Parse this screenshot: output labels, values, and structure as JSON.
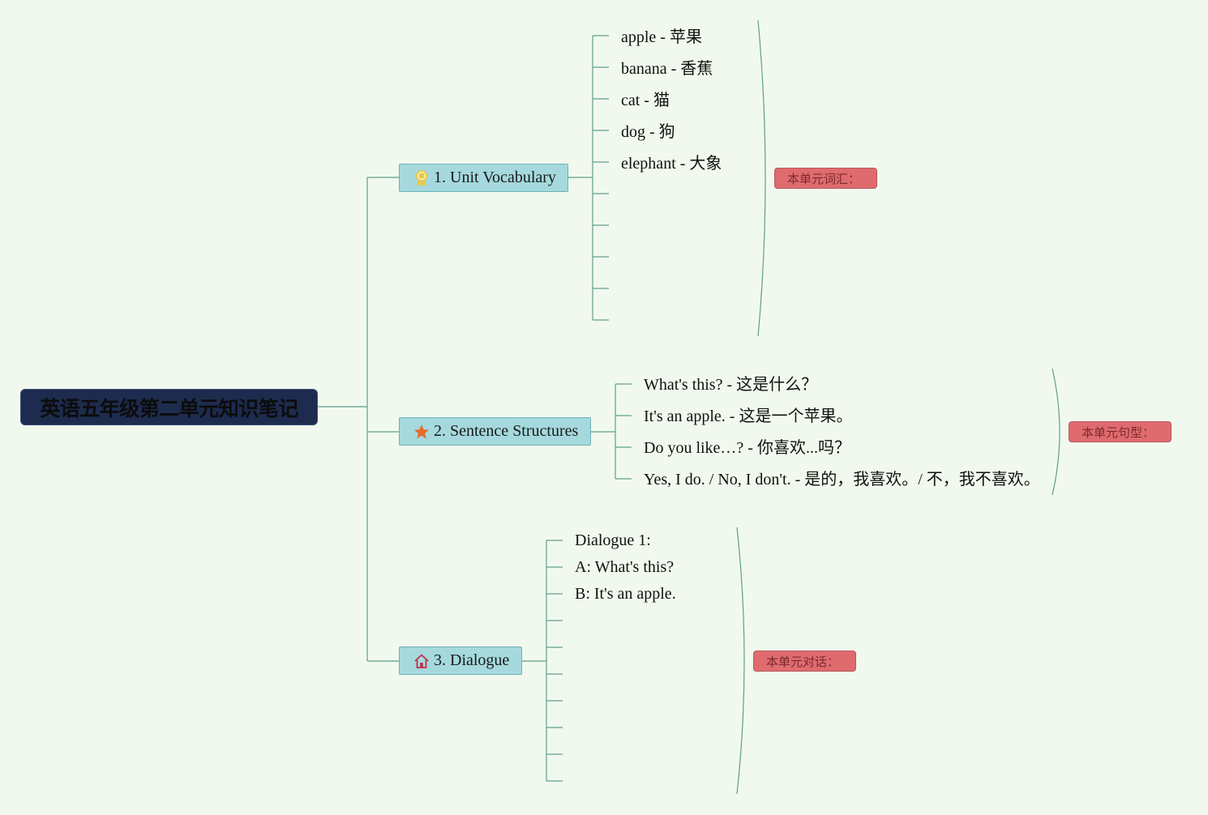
{
  "root": {
    "title": "英语五年级第二单元知识笔记"
  },
  "branches": [
    {
      "label": "1. Unit Vocabulary",
      "icon": "award-ribbon-icon",
      "summary": "本单元词汇：",
      "items": [
        "apple - 苹果",
        "banana - 香蕉",
        "cat - 猫",
        "dog - 狗",
        "elephant - 大象",
        "",
        "",
        "",
        "",
        ""
      ]
    },
    {
      "label": "2. Sentence Structures",
      "icon": "star-icon",
      "summary": "本单元句型：",
      "items": [
        "What's this? - 这是什么？",
        "It's an apple. - 这是一个苹果。",
        "Do you like…? - 你喜欢...吗？",
        "Yes, I do. / No, I don't. - 是的，我喜欢。/ 不，我不喜欢。"
      ]
    },
    {
      "label": "3. Dialogue",
      "icon": "home-icon",
      "summary": "本单元对话：",
      "items": [
        "Dialogue 1:",
        "A: What's this?",
        "B: It's an apple.",
        "",
        "",
        "",
        "",
        "",
        "",
        ""
      ]
    }
  ],
  "colors": {
    "background": "#f1f9ee",
    "connector": "#5f9e8e",
    "branch_fill": "#a5d9dd",
    "root_fill": "#1d2b4e",
    "summary_fill": "#e06b6f",
    "icon_award": "#e8c84a",
    "icon_star": "#e86a2a",
    "icon_home": "#c0304a"
  }
}
